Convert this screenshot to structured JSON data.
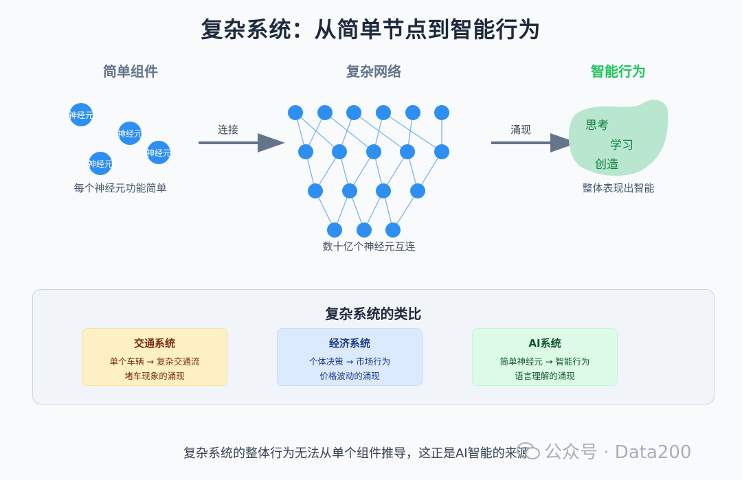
{
  "title": "复杂系统：从简单节点到智能行为",
  "columns": {
    "simple": {
      "title": "简单组件",
      "caption": "每个神经元功能简单",
      "neuron_label": "神经元"
    },
    "network": {
      "title": "复杂网络",
      "caption": "数十亿个神经元互连"
    },
    "intelligent": {
      "title": "智能行为",
      "caption": "整体表现出智能",
      "words": [
        "思考",
        "学习",
        "创造"
      ]
    }
  },
  "arrows": {
    "connect": "连接",
    "emerge": "涌现"
  },
  "analogy": {
    "title": "复杂系统的类比",
    "cards": [
      {
        "title": "交通系统",
        "line1": "单个车辆 → 复杂交通流",
        "line2": "堵车现象的涌现"
      },
      {
        "title": "经济系统",
        "line1": "个体决策 → 市场行为",
        "line2": "价格波动的涌现"
      },
      {
        "title": "AI系统",
        "line1": "简单神经元 → 智能行为",
        "line2": "语言理解的涌现"
      }
    ]
  },
  "footer": "复杂系统的整体行为无法从单个组件推导，这正是AI智能的来源",
  "watermark": {
    "text": "公众号 · Data200",
    "icon": "wechat-icon"
  },
  "colors": {
    "neuron": "#2f8ff0",
    "accent_green": "#22c55e",
    "arrow": "#64748b",
    "blob": "#b8e6cf"
  }
}
